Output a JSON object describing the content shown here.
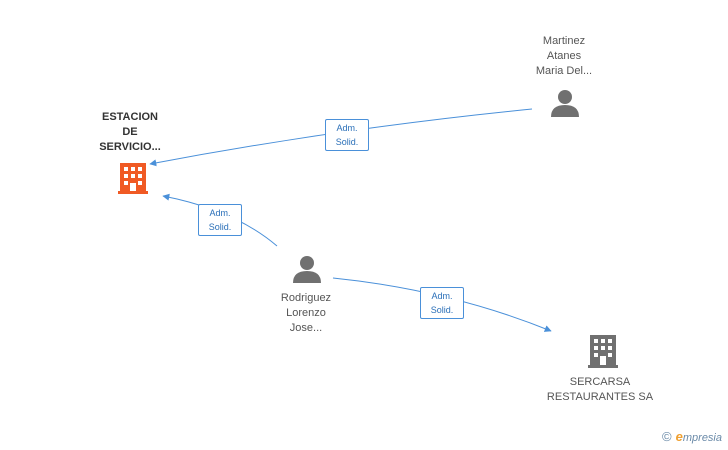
{
  "colors": {
    "edge": "#4a90d9",
    "company_highlight": "#f05a24",
    "company": "#707070",
    "person": "#707070"
  },
  "nodes": [
    {
      "id": "estacion",
      "type": "company",
      "highlight": true,
      "lines": [
        "ESTACION",
        "DE",
        "SERVICIO..."
      ],
      "icon": "building-icon"
    },
    {
      "id": "martinez",
      "type": "person",
      "lines": [
        "Martinez",
        "Atanes",
        "Maria Del..."
      ],
      "icon": "person-icon"
    },
    {
      "id": "rodriguez",
      "type": "person",
      "lines": [
        "Rodriguez",
        "Lorenzo",
        "Jose..."
      ],
      "icon": "person-icon"
    },
    {
      "id": "sercarsa",
      "type": "company",
      "lines": [
        "SERCARSA",
        "RESTAURANTES SA"
      ],
      "icon": "building-icon"
    }
  ],
  "edges": [
    {
      "from": "martinez",
      "to": "estacion",
      "label": [
        "Adm.",
        "Solid."
      ]
    },
    {
      "from": "rodriguez",
      "to": "estacion",
      "label": [
        "Adm.",
        "Solid."
      ]
    },
    {
      "from": "rodriguez",
      "to": "sercarsa",
      "label": [
        "Adm.",
        "Solid."
      ]
    }
  ],
  "brand": {
    "copyright": "©",
    "initial": "e",
    "name": "mpresia"
  }
}
